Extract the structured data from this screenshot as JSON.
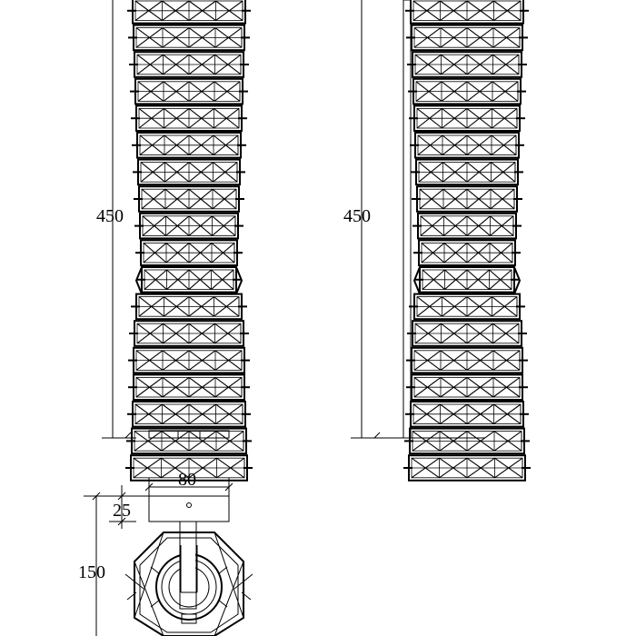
{
  "drawing": {
    "front_view": {
      "height_label": "450"
    },
    "side_view": {
      "height_label": "450"
    },
    "top_view": {
      "width_label": "80",
      "base_height_label": "25",
      "depth_label": "150"
    }
  }
}
